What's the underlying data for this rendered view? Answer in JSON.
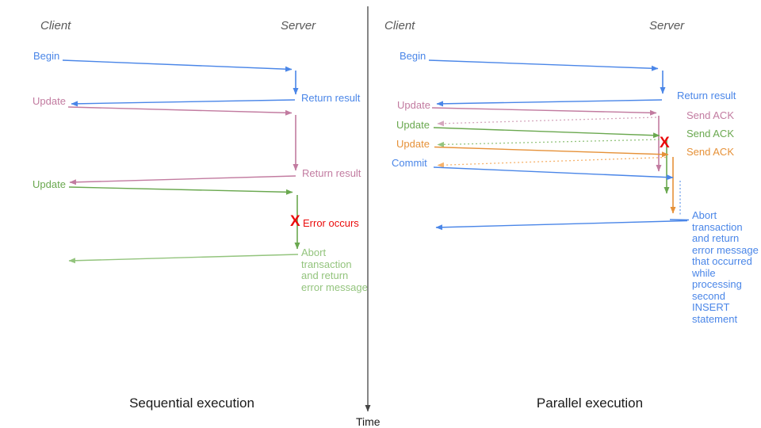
{
  "colors": {
    "blue": "#4a86e8",
    "light_blue": "#6d9eeb",
    "pink": "#c27ba0",
    "light_pink": "#d5a6bd",
    "green": "#6aa84f",
    "light_green": "#93c47d",
    "orange": "#e69138",
    "light_orange": "#f6b26b",
    "red": "#ea0b0b",
    "header_gray": "#595959",
    "axis_gray": "#444444",
    "text_black": "#1a1a1a"
  },
  "time_axis": {
    "label": "Time"
  },
  "sequential": {
    "title": "Sequential execution",
    "client_header": "Client",
    "server_header": "Server",
    "labels": {
      "begin": "Begin",
      "return_result_1": "Return result",
      "update_1": "Update",
      "return_result_2": "Return result",
      "update_2": "Update",
      "error_x": "X",
      "error": "Error occurs",
      "abort": "Abort\ntransaction\nand return\nerror message"
    }
  },
  "parallel": {
    "title": "Parallel execution",
    "client_header": "Client",
    "server_header": "Server",
    "labels": {
      "begin": "Begin",
      "return_result": "Return result",
      "update_1": "Update",
      "send_ack_1": "Send ACK",
      "update_2": "Update",
      "send_ack_2": "Send ACK",
      "update_3": "Update",
      "send_ack_3": "Send ACK",
      "commit": "Commit",
      "error_x": "X",
      "abort": "Abort\ntransaction\nand return\nerror message\nthat occurred\nwhile\nprocessing\nsecond\nINSERT\nstatement"
    }
  }
}
